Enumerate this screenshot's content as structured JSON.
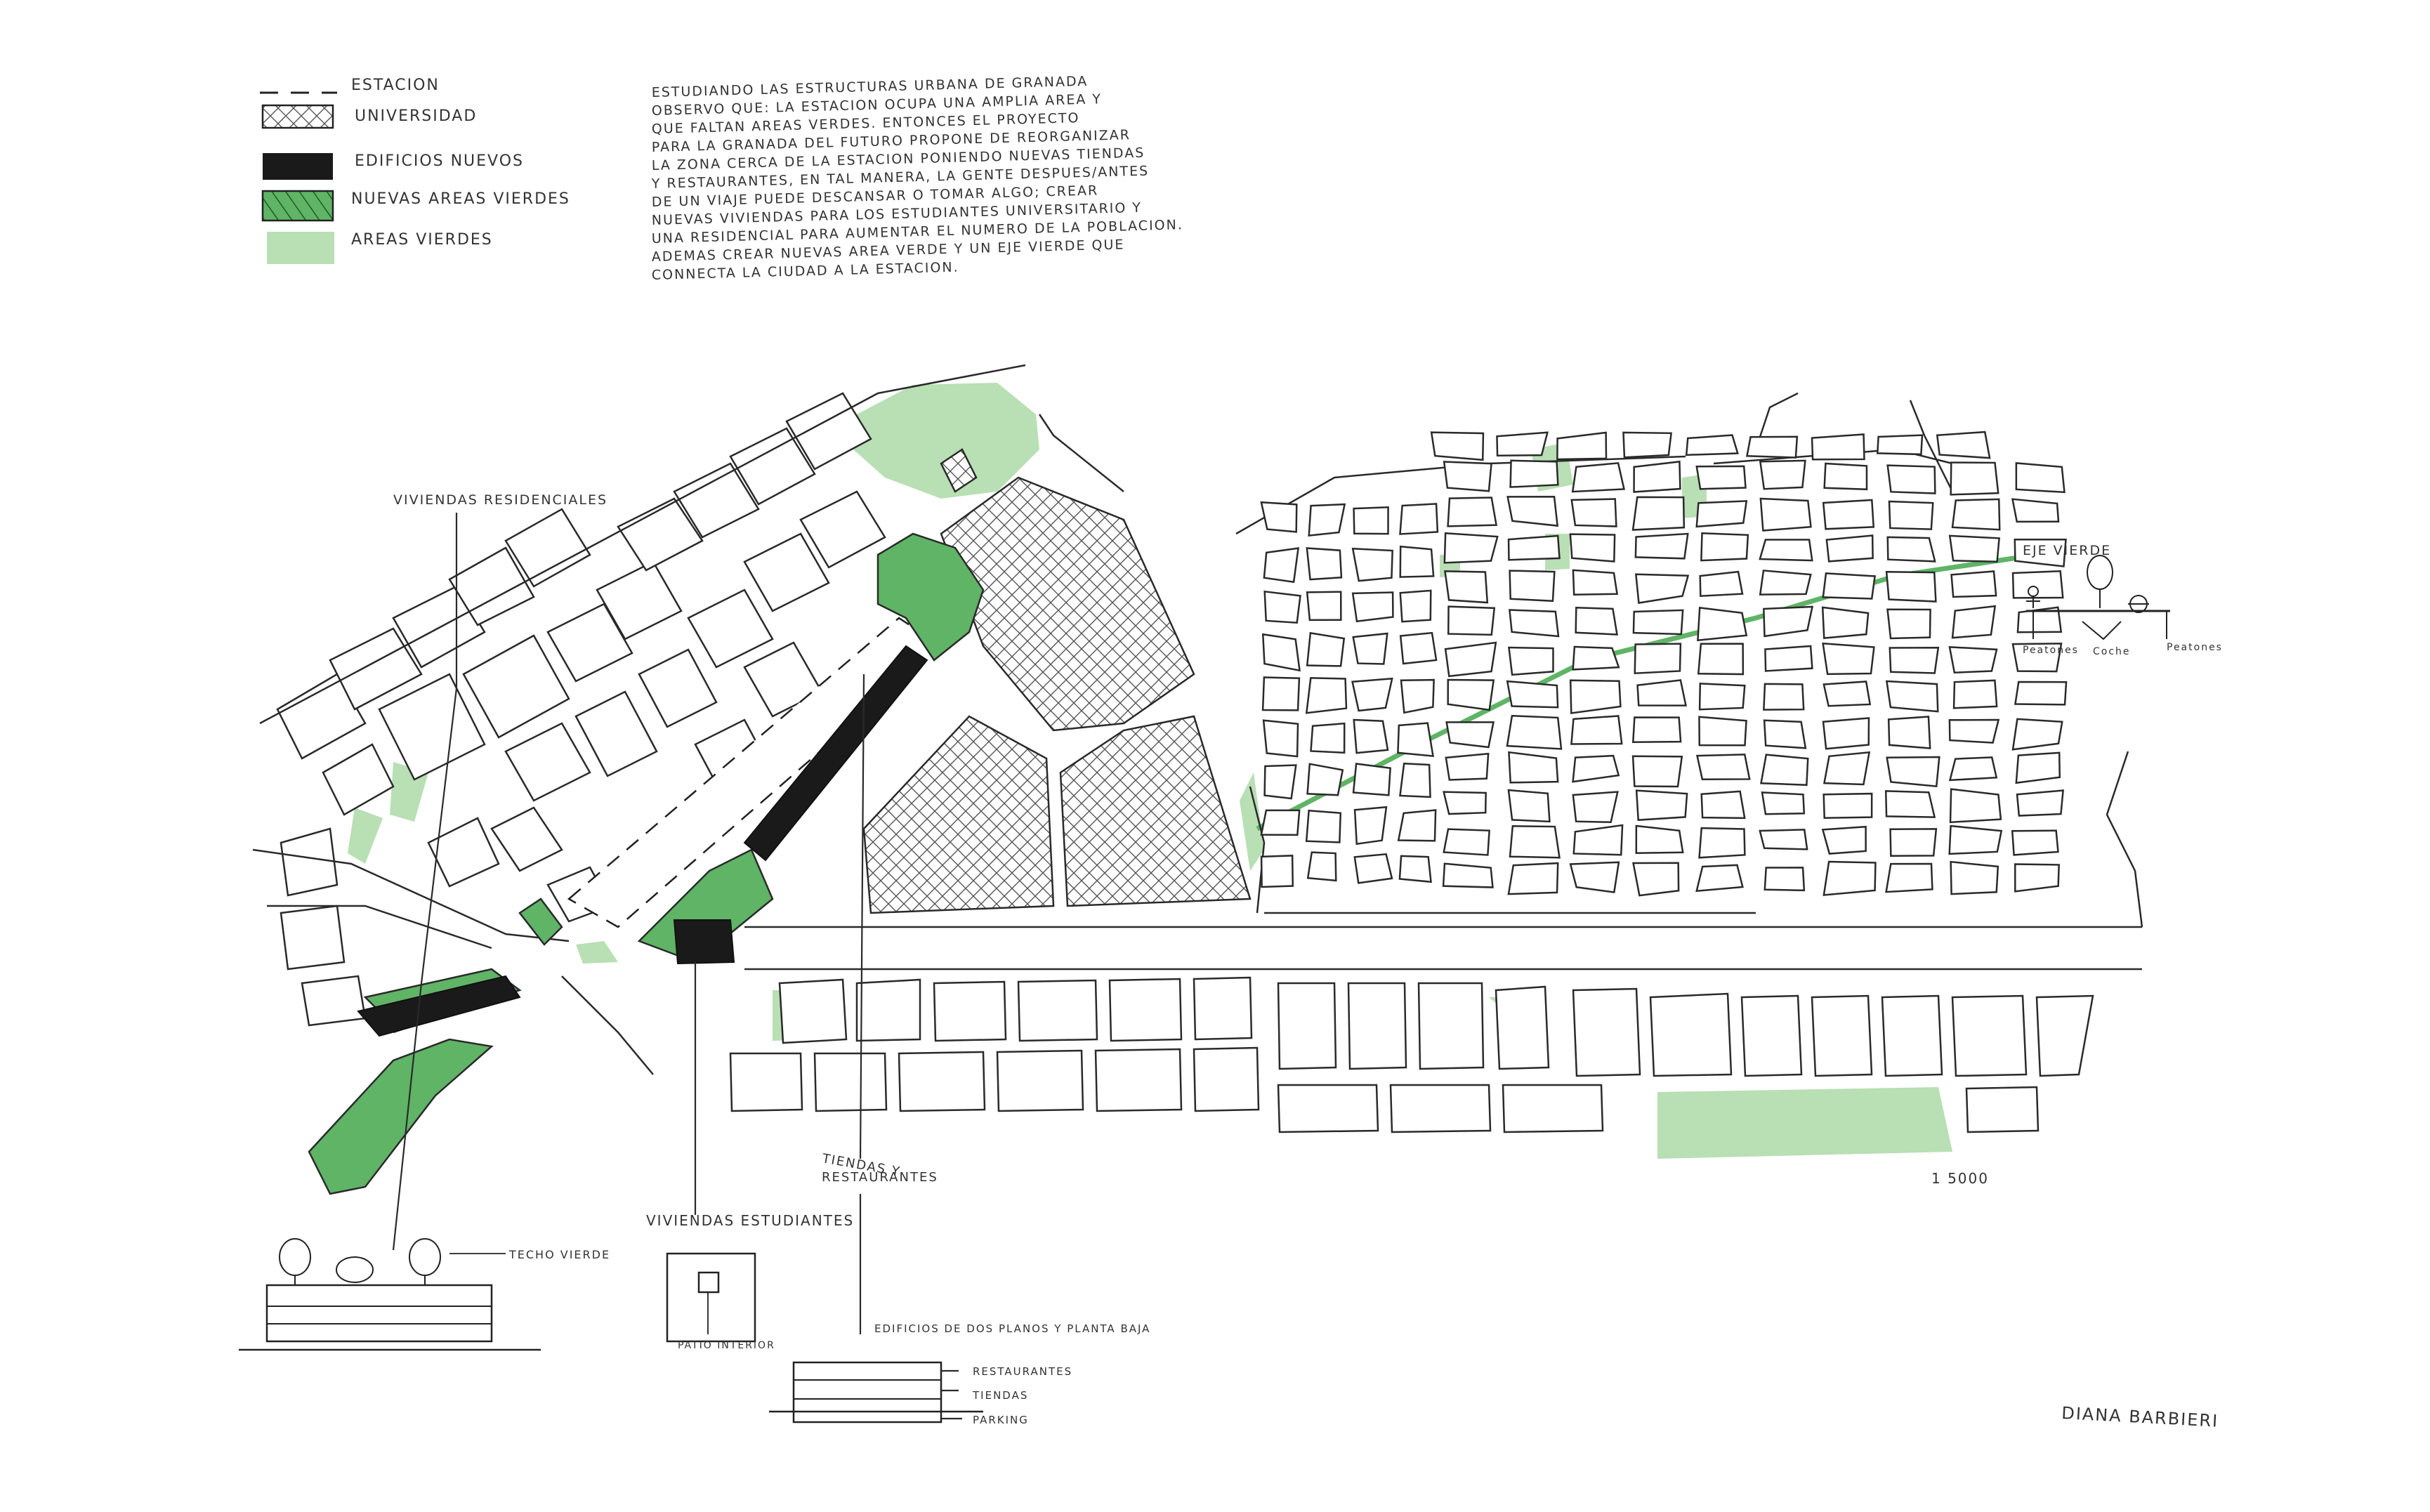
{
  "legend": {
    "items": [
      {
        "key": "estacion",
        "label": "ESTACION",
        "symbol": "dashed-line"
      },
      {
        "key": "universidad",
        "label": "UNIVERSIDAD",
        "symbol": "cross-hatch"
      },
      {
        "key": "edificios",
        "label": "EDIFICIOS NUEVOS",
        "symbol": "solid-black"
      },
      {
        "key": "nuevas",
        "label": "NUEVAS AREAS VIERDES",
        "symbol": "dark-green-hatch"
      },
      {
        "key": "areas",
        "label": "AREAS VIERDES",
        "symbol": "light-green"
      }
    ]
  },
  "description": {
    "lines": [
      "ESTUDIANDO LAS ESTRUCTURAS URBANA DE GRANADA",
      "OBSERVO QUE: LA ESTACION OCUPA UNA AMPLIA AREA Y",
      "QUE FALTAN AREAS VERDES. ENTONCES EL PROYECTO",
      "PARA LA GRANADA DEL FUTURO PROPONE DE REORGANIZAR",
      "LA ZONA CERCA DE LA ESTACION PONIENDO NUEVAS TIENDAS",
      "Y RESTAURANTES, EN TAL MANERA, LA GENTE DESPUES/ANTES",
      "DE UN VIAJE PUEDE DESCANSAR O TOMAR ALGO; CREAR",
      "NUEVAS VIVIENDAS PARA LOS ESTUDIANTES UNIVERSITARIO Y",
      "UNA RESIDENCIAL PARA AUMENTAR EL NUMERO DE LA POBLACION.",
      "ADEMAS CREAR NUEVAS AREA VERDE Y UN EJE VIERDE QUE",
      "CONNECTA LA CIUDAD A LA ESTACION."
    ]
  },
  "map_labels": {
    "viviendas_residenciales": "VIVIENDAS RESIDENCIALES",
    "eje_vierde": "EJE VIERDE",
    "tiendas": [
      "TIENDAS Y",
      "RESTAURANTES"
    ],
    "viviendas_estudiantes": "VIVIENDAS ESTUDIANTES",
    "scale": "1 5000"
  },
  "street_section": {
    "labels": [
      "Peatones",
      "Coche",
      "Peatones"
    ]
  },
  "details": {
    "techo_verde": "TECHO VIERDE",
    "patio_interior": "PATIO INTERIOR",
    "edificio_caption": "EDIFICIOS DE DOS PLANOS Y PLANTA BAJA",
    "floors": [
      "RESTAURANTES",
      "TIENDAS",
      "PARKING"
    ]
  },
  "author": "DIANA BARBIERI",
  "colors": {
    "light_green": "#b9dfb4",
    "dark_green": "#5fb466",
    "new_building": "#1a1a1a",
    "ink": "#2a2a2a"
  }
}
